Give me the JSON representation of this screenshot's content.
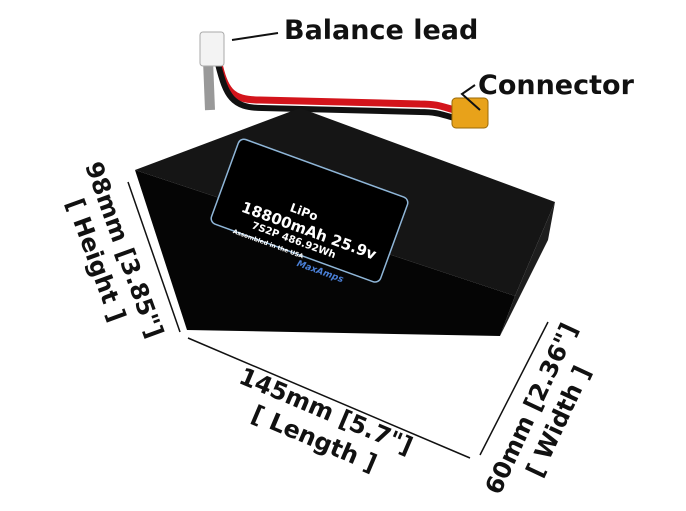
{
  "callouts": {
    "balance_lead": "Balance lead",
    "connector": "Connector"
  },
  "label": {
    "chemistry": "LiPo",
    "capacity_voltage": "18800mAh 25.9v",
    "config_energy": "7S2P 486.92Wh",
    "assembled": "Assembled in the USA",
    "brand": "MaxAmps"
  },
  "dimensions": {
    "height": {
      "value": "98mm [3.85\"]",
      "label": "[ Height ]"
    },
    "length": {
      "value": "145mm [5.7\"]",
      "label": "[ Length ]"
    },
    "width": {
      "value": "60mm [2.36\"]",
      "label": "[ Width ]"
    }
  },
  "colors": {
    "battery": "#0b0b0b",
    "wire_red": "#d3141b",
    "connector": "#e8a21a",
    "label_border": "#8fb6d8"
  }
}
